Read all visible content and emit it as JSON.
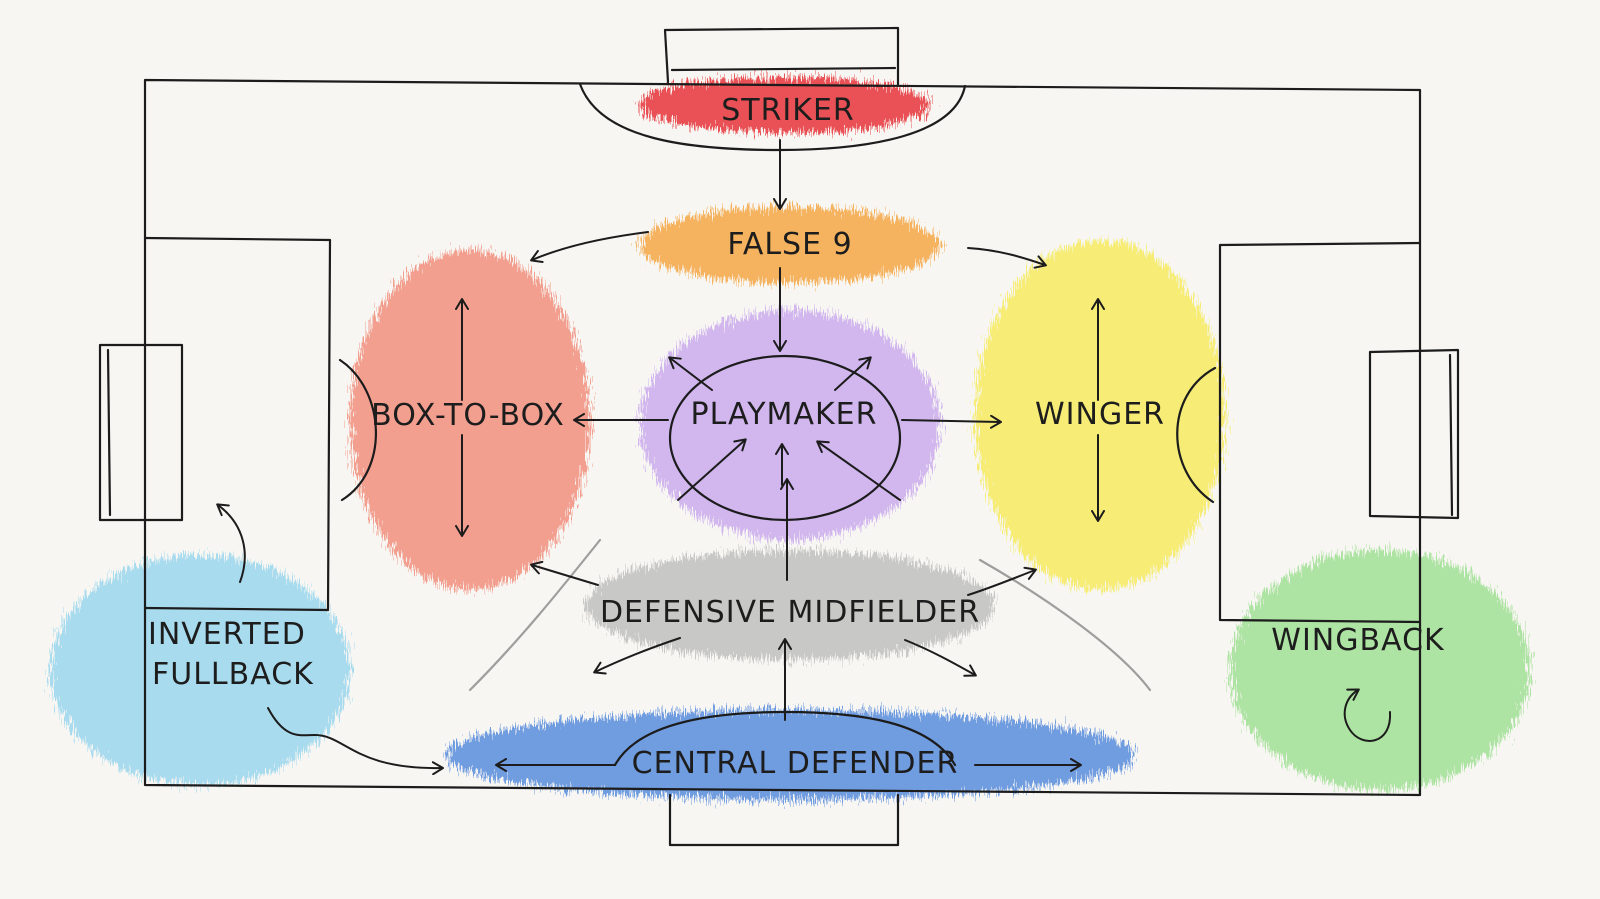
{
  "roles": {
    "striker": {
      "label": "STRIKER",
      "color": "#e8353a"
    },
    "false9": {
      "label": "FALSE 9",
      "color": "#f5a33a"
    },
    "box_to_box": {
      "label": "BOX-TO-BOX",
      "color": "#f2826f"
    },
    "playmaker": {
      "label": "PLAYMAKER",
      "color": "#c9a8ef"
    },
    "winger": {
      "label": "WINGER",
      "color": "#f6e94d"
    },
    "defensive_midfielder": {
      "label": "DEFENSIVE MIDFIELDER",
      "color": "#b9b9b9"
    },
    "inverted_fullback": {
      "label_line1": "INVERTED",
      "label_line2": "FULLBACK",
      "color": "#8fd3ef"
    },
    "wingback": {
      "label": "WINGBACK",
      "color": "#8fdc82"
    },
    "central_defender": {
      "label": "CENTRAL DEFENDER",
      "color": "#4f86dc"
    }
  }
}
